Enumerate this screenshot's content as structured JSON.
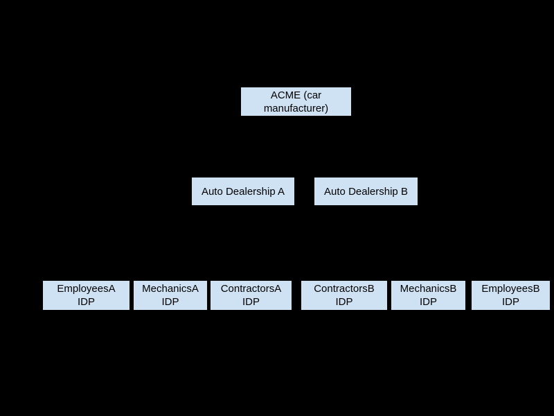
{
  "diagram": {
    "type": "hierarchy",
    "background_color": "#000000",
    "node_fill_color": "#cfe2f3",
    "node_text_color": "#000000",
    "connectors_visible": false,
    "levels": [
      {
        "name": "root",
        "nodes": [
          "ACME (car manufacturer)"
        ]
      },
      {
        "name": "dealerships",
        "nodes": [
          "Auto Dealership A",
          "Auto Dealership B"
        ]
      },
      {
        "name": "idps",
        "nodes": [
          "EmployeesA IDP",
          "MechanicsA IDP",
          "ContractorsA IDP",
          "ContractorsB IDP",
          "MechanicsB IDP",
          "EmployeesB IDP"
        ]
      }
    ]
  },
  "nodes": [
    {
      "id": "acme",
      "label": "ACME (car manufacturer)",
      "lines": [
        "ACME (car",
        "manufacturer)"
      ]
    },
    {
      "id": "dealership-a",
      "label": "Auto Dealership A",
      "lines": [
        "Auto Dealership A"
      ]
    },
    {
      "id": "dealership-b",
      "label": "Auto Dealership B",
      "lines": [
        "Auto Dealership B"
      ]
    },
    {
      "id": "employees-a",
      "label": "EmployeesA IDP",
      "lines": [
        "EmployeesA",
        "IDP"
      ]
    },
    {
      "id": "mechanics-a",
      "label": "MechanicsA IDP",
      "lines": [
        "MechanicsA",
        "IDP"
      ]
    },
    {
      "id": "contractors-a",
      "label": "ContractorsA IDP",
      "lines": [
        "ContractorsA",
        "IDP"
      ]
    },
    {
      "id": "contractors-b",
      "label": "ContractorsB IDP",
      "lines": [
        "ContractorsB",
        "IDP"
      ]
    },
    {
      "id": "mechanics-b",
      "label": "MechanicsB IDP",
      "lines": [
        "MechanicsB",
        "IDP"
      ]
    },
    {
      "id": "employees-b",
      "label": "EmployeesB IDP",
      "lines": [
        "EmployeesB",
        "IDP"
      ]
    }
  ]
}
